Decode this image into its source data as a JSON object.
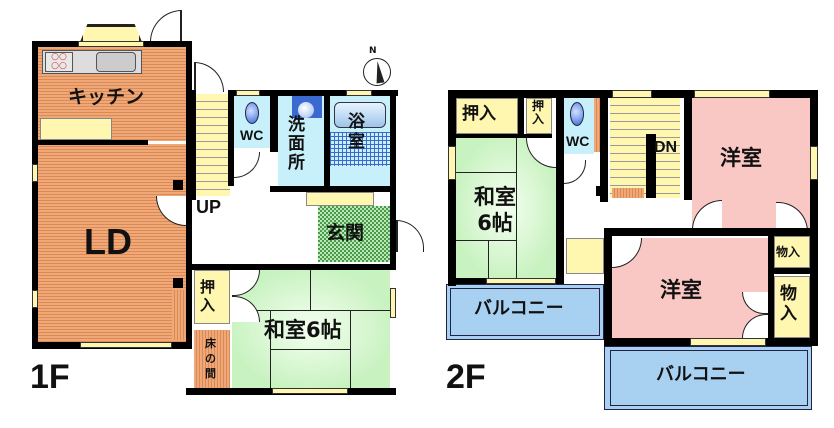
{
  "floors": [
    {
      "id": "1F",
      "label": "1F",
      "rooms": {
        "kitchen": "キッチン",
        "ld": "LD",
        "wc": "WC",
        "washroom": "洗面所",
        "washroom_lines": [
          "洗",
          "面",
          "所"
        ],
        "bath": "浴室",
        "bath_lines": [
          "浴",
          "室"
        ],
        "entrance": "玄関",
        "closet": "押入",
        "closet_lines": [
          "押",
          "入"
        ],
        "tokonoma": "床の間",
        "tokonoma_lines": [
          "床",
          "の",
          "間"
        ],
        "japanese_room": "和室6帖",
        "stairs": "UP"
      }
    },
    {
      "id": "2F",
      "label": "2F",
      "rooms": {
        "closet_large": "押入",
        "closet_small_lines": [
          "押",
          "入"
        ],
        "wc": "WC",
        "stairs": "DN",
        "western_room_1": "洋室",
        "japanese_room_lines": [
          "和室",
          "6帖"
        ],
        "storage_1": "物入",
        "western_room_2": "洋室",
        "storage_2_lines": [
          "物",
          "入"
        ],
        "balcony_1": "バルコニー",
        "balcony_2": "バルコニー"
      }
    }
  ],
  "compass": {
    "label": "N"
  },
  "colors": {
    "wall": "#000000",
    "wood_floor": "#f0a878",
    "tatami": "#c8f2c0",
    "western_room": "#f9c8c4",
    "balcony": "#a8d0f0",
    "wet_area": "#c8f0fa",
    "storage": "#fff6b0",
    "entrance": "#4a9a4a"
  }
}
